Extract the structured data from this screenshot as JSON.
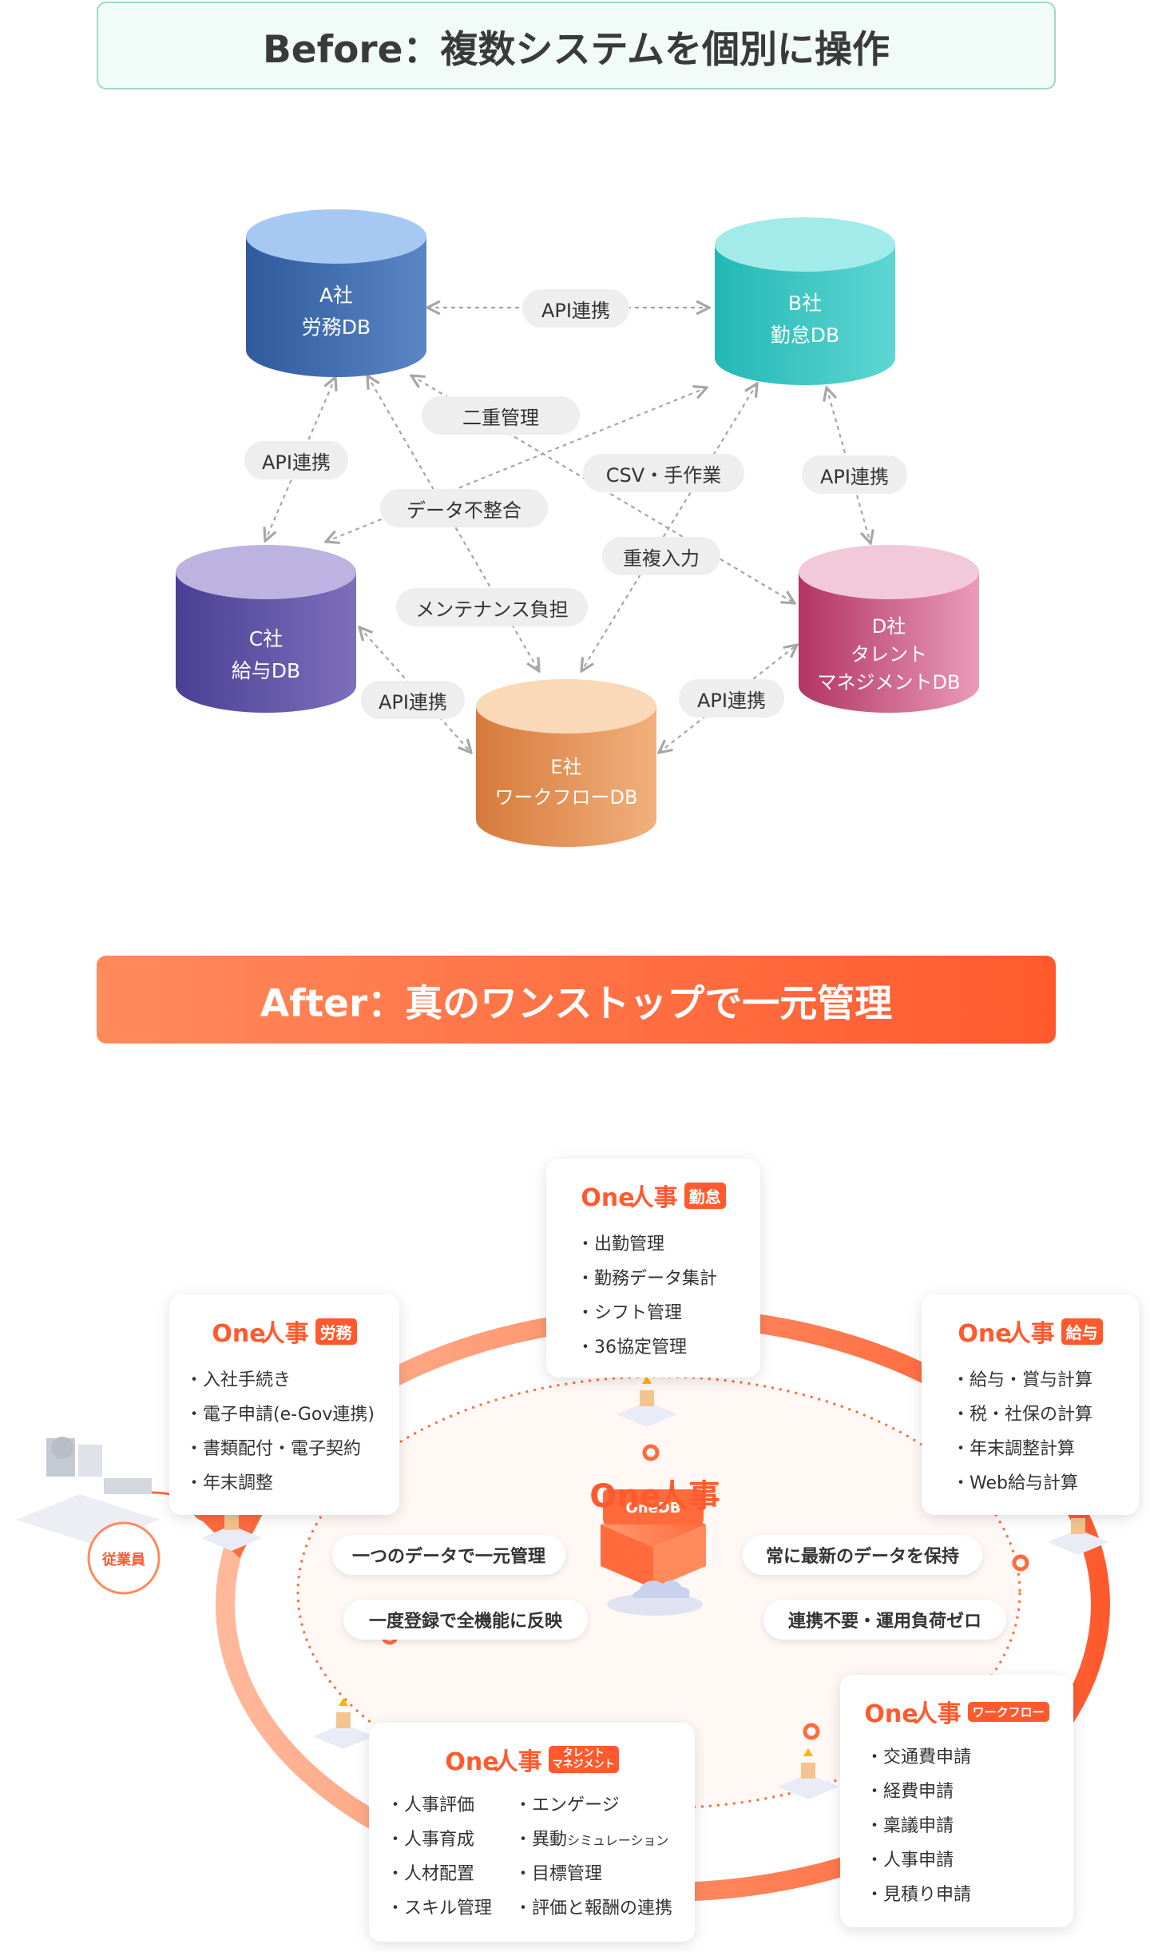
{
  "before": {
    "banner": "Before：複数システムを個別に操作",
    "dbs": {
      "a": {
        "line1": "A社",
        "line2": "労務DB"
      },
      "b": {
        "line1": "B社",
        "line2": "勤怠DB"
      },
      "c": {
        "line1": "C社",
        "line2": "給与DB"
      },
      "d": {
        "line1": "D社",
        "line2": "タレント",
        "line3": "マネジメントDB"
      },
      "e": {
        "line1": "E社",
        "line2": "ワークフローDB"
      }
    },
    "labels": {
      "api_ab": "API連携",
      "api_ac": "API連携",
      "api_bd": "API連携",
      "api_ce": "API連携",
      "api_ed": "API連携",
      "dual": "二重管理",
      "csv": "CSV・手作業",
      "inconsistency": "データ不整合",
      "duplicate": "重複入力",
      "maintenance": "メンテナンス負担"
    },
    "colors": {
      "a": "#3e67a8",
      "b": "#33c3c0",
      "c": "#5a4ea0",
      "d": "#c2456f",
      "e": "#e08a4e"
    }
  },
  "after": {
    "banner": "After：真のワンストップで一元管理",
    "center_brand": {
      "one": "One",
      "jinji": "人事"
    },
    "onedb": "OneDB",
    "features": {
      "f1": "一つのデータで一元管理",
      "f2": "常に最新のデータを保持",
      "f3": "一度登録で全機能に反映",
      "f4": "連携不要・運用負荷ゼロ"
    },
    "employee": "従業員",
    "brand": {
      "one": "One",
      "jinji": "人事"
    },
    "cards": {
      "kintai": {
        "badge": "勤怠",
        "items": [
          "出勤管理",
          "勤務データ集計",
          "シフト管理",
          "36協定管理"
        ]
      },
      "roumu": {
        "badge": "労務",
        "items": [
          "入社手続き",
          "電子申請(e-Gov連携)",
          "書類配付・電子契約",
          "年末調整"
        ]
      },
      "kyuyo": {
        "badge": "給与",
        "items": [
          "給与・賞与計算",
          "税・社保の計算",
          "年末調整計算",
          "Web給与計算"
        ]
      },
      "workflow": {
        "badge": "ワークフロー",
        "items": [
          "交通費申請",
          "経費申請",
          "稟議申請",
          "人事申請",
          "見積り申請"
        ]
      },
      "talent": {
        "badge_line1": "タレント",
        "badge_line2": "マネジメント",
        "left_items": [
          "人事評価",
          "人事育成",
          "人材配置",
          "スキル管理"
        ],
        "right_items": [
          "エンゲージ",
          "異動",
          "目標管理",
          "評価と報酬の連携"
        ],
        "sim_suffix": "シミュレーション"
      }
    },
    "accent": "#ff5a2e"
  }
}
